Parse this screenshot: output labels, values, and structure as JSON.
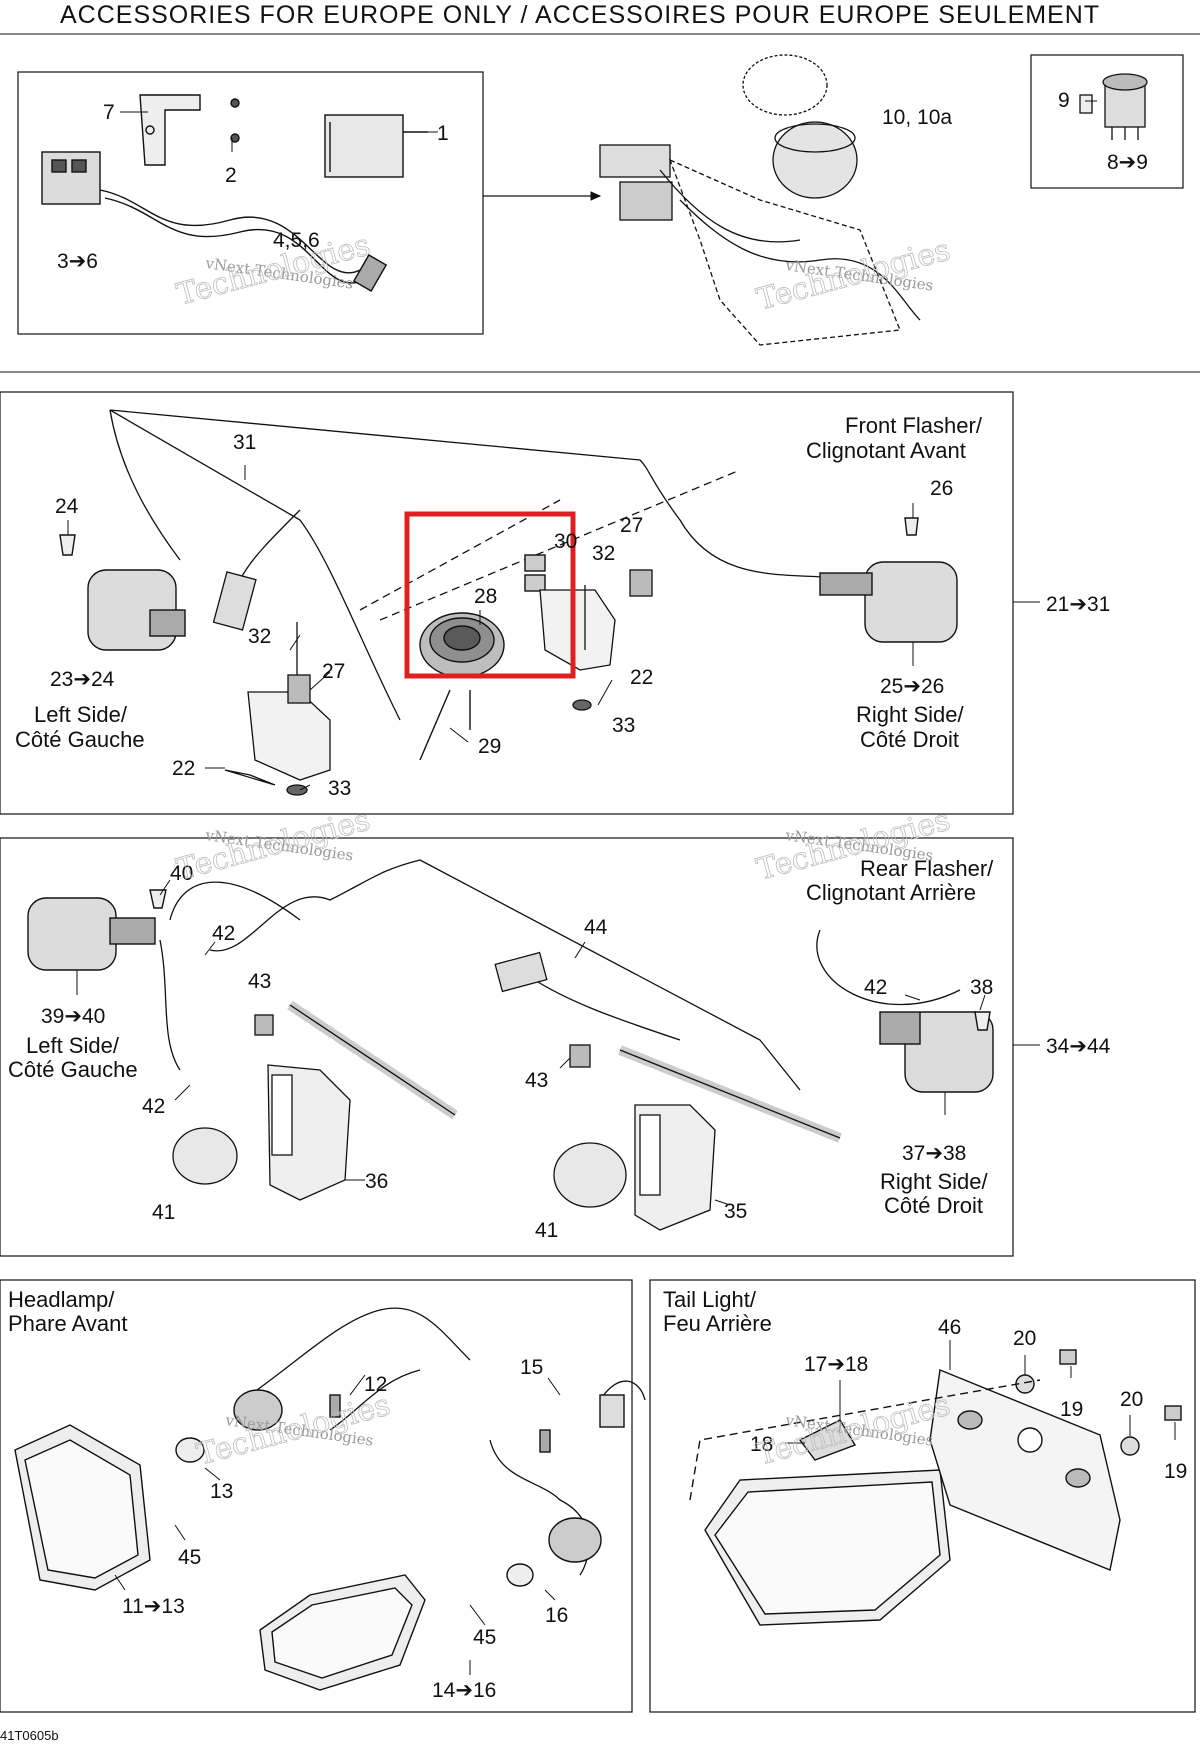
{
  "title": "ACCESSORIES FOR EUROPE ONLY / ACCESSOIRES POUR EUROPE SEULEMENT",
  "drawing_number": "41T0605b",
  "highlight_color": "#e02020",
  "watermark": {
    "line1": "vNext Technologies",
    "line2": "Technologies"
  },
  "panels": {
    "top": {
      "callouts": [
        "7",
        "2",
        "1",
        "3➔6",
        "4,5,6",
        "10, 10a",
        "9",
        "8➔9"
      ]
    },
    "flasher_front": {
      "heading_line1": "Front Flasher/",
      "heading_line2": "Clignotant Avant",
      "range": "21➔31",
      "left_side": "Left Side/",
      "left_side_fr": "Côté Gauche",
      "right_side": "Right Side/",
      "right_side_fr": "Côté Droit",
      "callouts": [
        "31",
        "24",
        "23➔24",
        "32",
        "27",
        "22",
        "33",
        "28",
        "30",
        "32",
        "27",
        "22",
        "33",
        "29",
        "26",
        "25➔26"
      ]
    },
    "flasher_rear": {
      "heading_line1": "Rear Flasher/",
      "heading_line2": "Clignotant Arrière",
      "range": "34➔44",
      "left_side": "Left Side/",
      "left_side_fr": "Côté Gauche",
      "right_side": "Right Side/",
      "right_side_fr": "Côté Droit",
      "callouts": [
        "40",
        "42",
        "43",
        "39➔40",
        "42",
        "41",
        "36",
        "44",
        "43",
        "41",
        "35",
        "42",
        "38",
        "37➔38"
      ]
    },
    "headlamp": {
      "heading_line1": "Headlamp/",
      "heading_line2": "Phare Avant",
      "callouts": [
        "12",
        "15",
        "13",
        "45",
        "11➔13",
        "45",
        "16",
        "14➔16"
      ]
    },
    "taillight": {
      "heading_line1": "Tail Light/",
      "heading_line2": "Feu Arrière",
      "callouts": [
        "46",
        "20",
        "17➔18",
        "19",
        "18",
        "20",
        "19"
      ]
    }
  }
}
